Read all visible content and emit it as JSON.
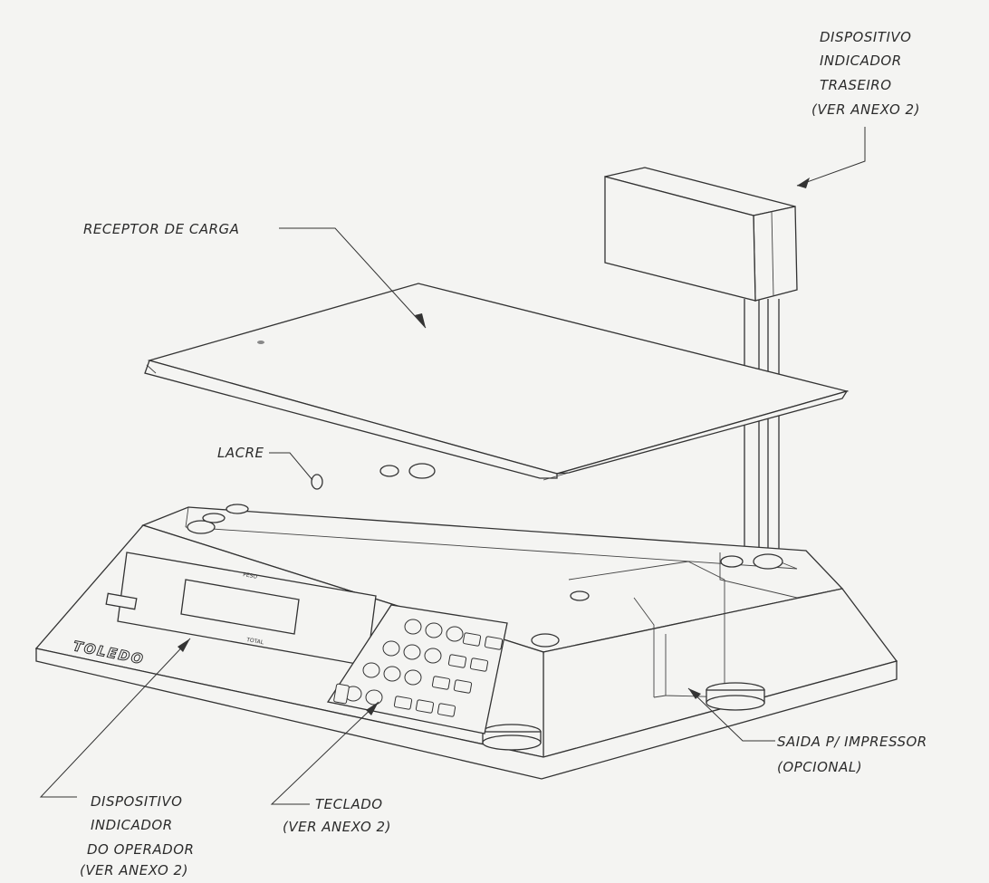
{
  "labels": {
    "rear_display": [
      "DISPOSITIVO",
      "INDICADOR",
      "TRASEIRO",
      "(VER ANEXO 2)"
    ],
    "load_receiver": "RECEPTOR DE CARGA",
    "seal": "LACRE",
    "printer_output": [
      "SAIDA P/ IMPRESSOR",
      "(OPCIONAL)"
    ],
    "operator_display": [
      "DISPOSITIVO",
      "INDICADOR",
      "DO OPERADOR",
      "(VER ANEXO 2)"
    ],
    "keyboard": [
      "TECLADO",
      "(VER ANEXO 2)"
    ]
  },
  "brand": "TOLEDO"
}
